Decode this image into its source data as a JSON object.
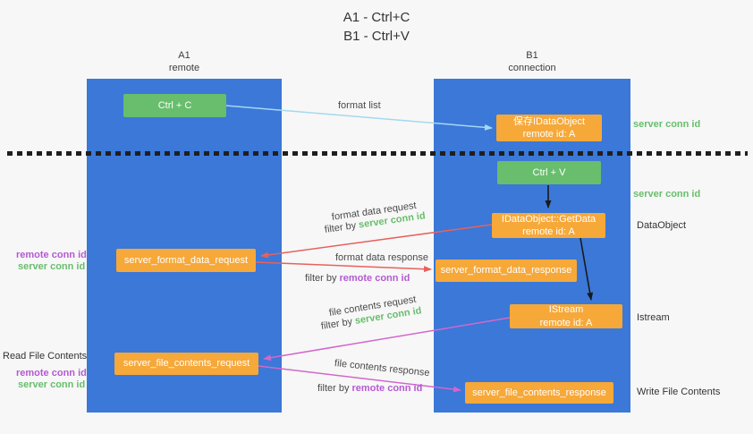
{
  "title": {
    "line1": "A1 - Ctrl+C",
    "line2": "B1 - Ctrl+V"
  },
  "lanes": {
    "a1": {
      "name": "A1",
      "sub": "remote"
    },
    "b1": {
      "name": "B1",
      "sub": "connection"
    }
  },
  "nodes": {
    "ctrl_c": {
      "label": "Ctrl + C"
    },
    "ctrl_v": {
      "label": "Ctrl + V"
    },
    "save_dataobject": {
      "line1": "保存IDataObject",
      "line2": "remote id: A"
    },
    "getdata": {
      "line1": "IDataObject::GetData",
      "line2": "remote id: A"
    },
    "istream": {
      "line1": "IStream",
      "line2": "remote id: A"
    },
    "format_request": {
      "label": "server_format_data_request"
    },
    "format_response": {
      "label": "server_format_data_response"
    },
    "file_request": {
      "label": "server_file_contents_request"
    },
    "file_response": {
      "label": "server_file_contents_response"
    }
  },
  "side_labels": {
    "server_conn_id": "server conn id",
    "remote_conn_id": "remote conn id",
    "dataobject": "DataObject",
    "istream": "Istream",
    "read_file_contents": "Read File Contents",
    "write_file_contents": "Write File Contents"
  },
  "arrow_labels": {
    "format_list": "format list",
    "format_data_request": "format data request",
    "format_data_response": "format data response",
    "file_contents_request": "file contents request",
    "file_contents_response": "file contents response",
    "filter_by": "filter by"
  },
  "colors": {
    "background": "#f7f7f7",
    "lane_blue": "#3b78d8",
    "green": "#68be6c",
    "orange": "#f6a839",
    "arrow_blue": "#a5d8ef",
    "arrow_red": "#e7625c",
    "arrow_magenta": "#d267cc",
    "purple_text": "#b45ad1",
    "divider": "#1f1f1f"
  }
}
